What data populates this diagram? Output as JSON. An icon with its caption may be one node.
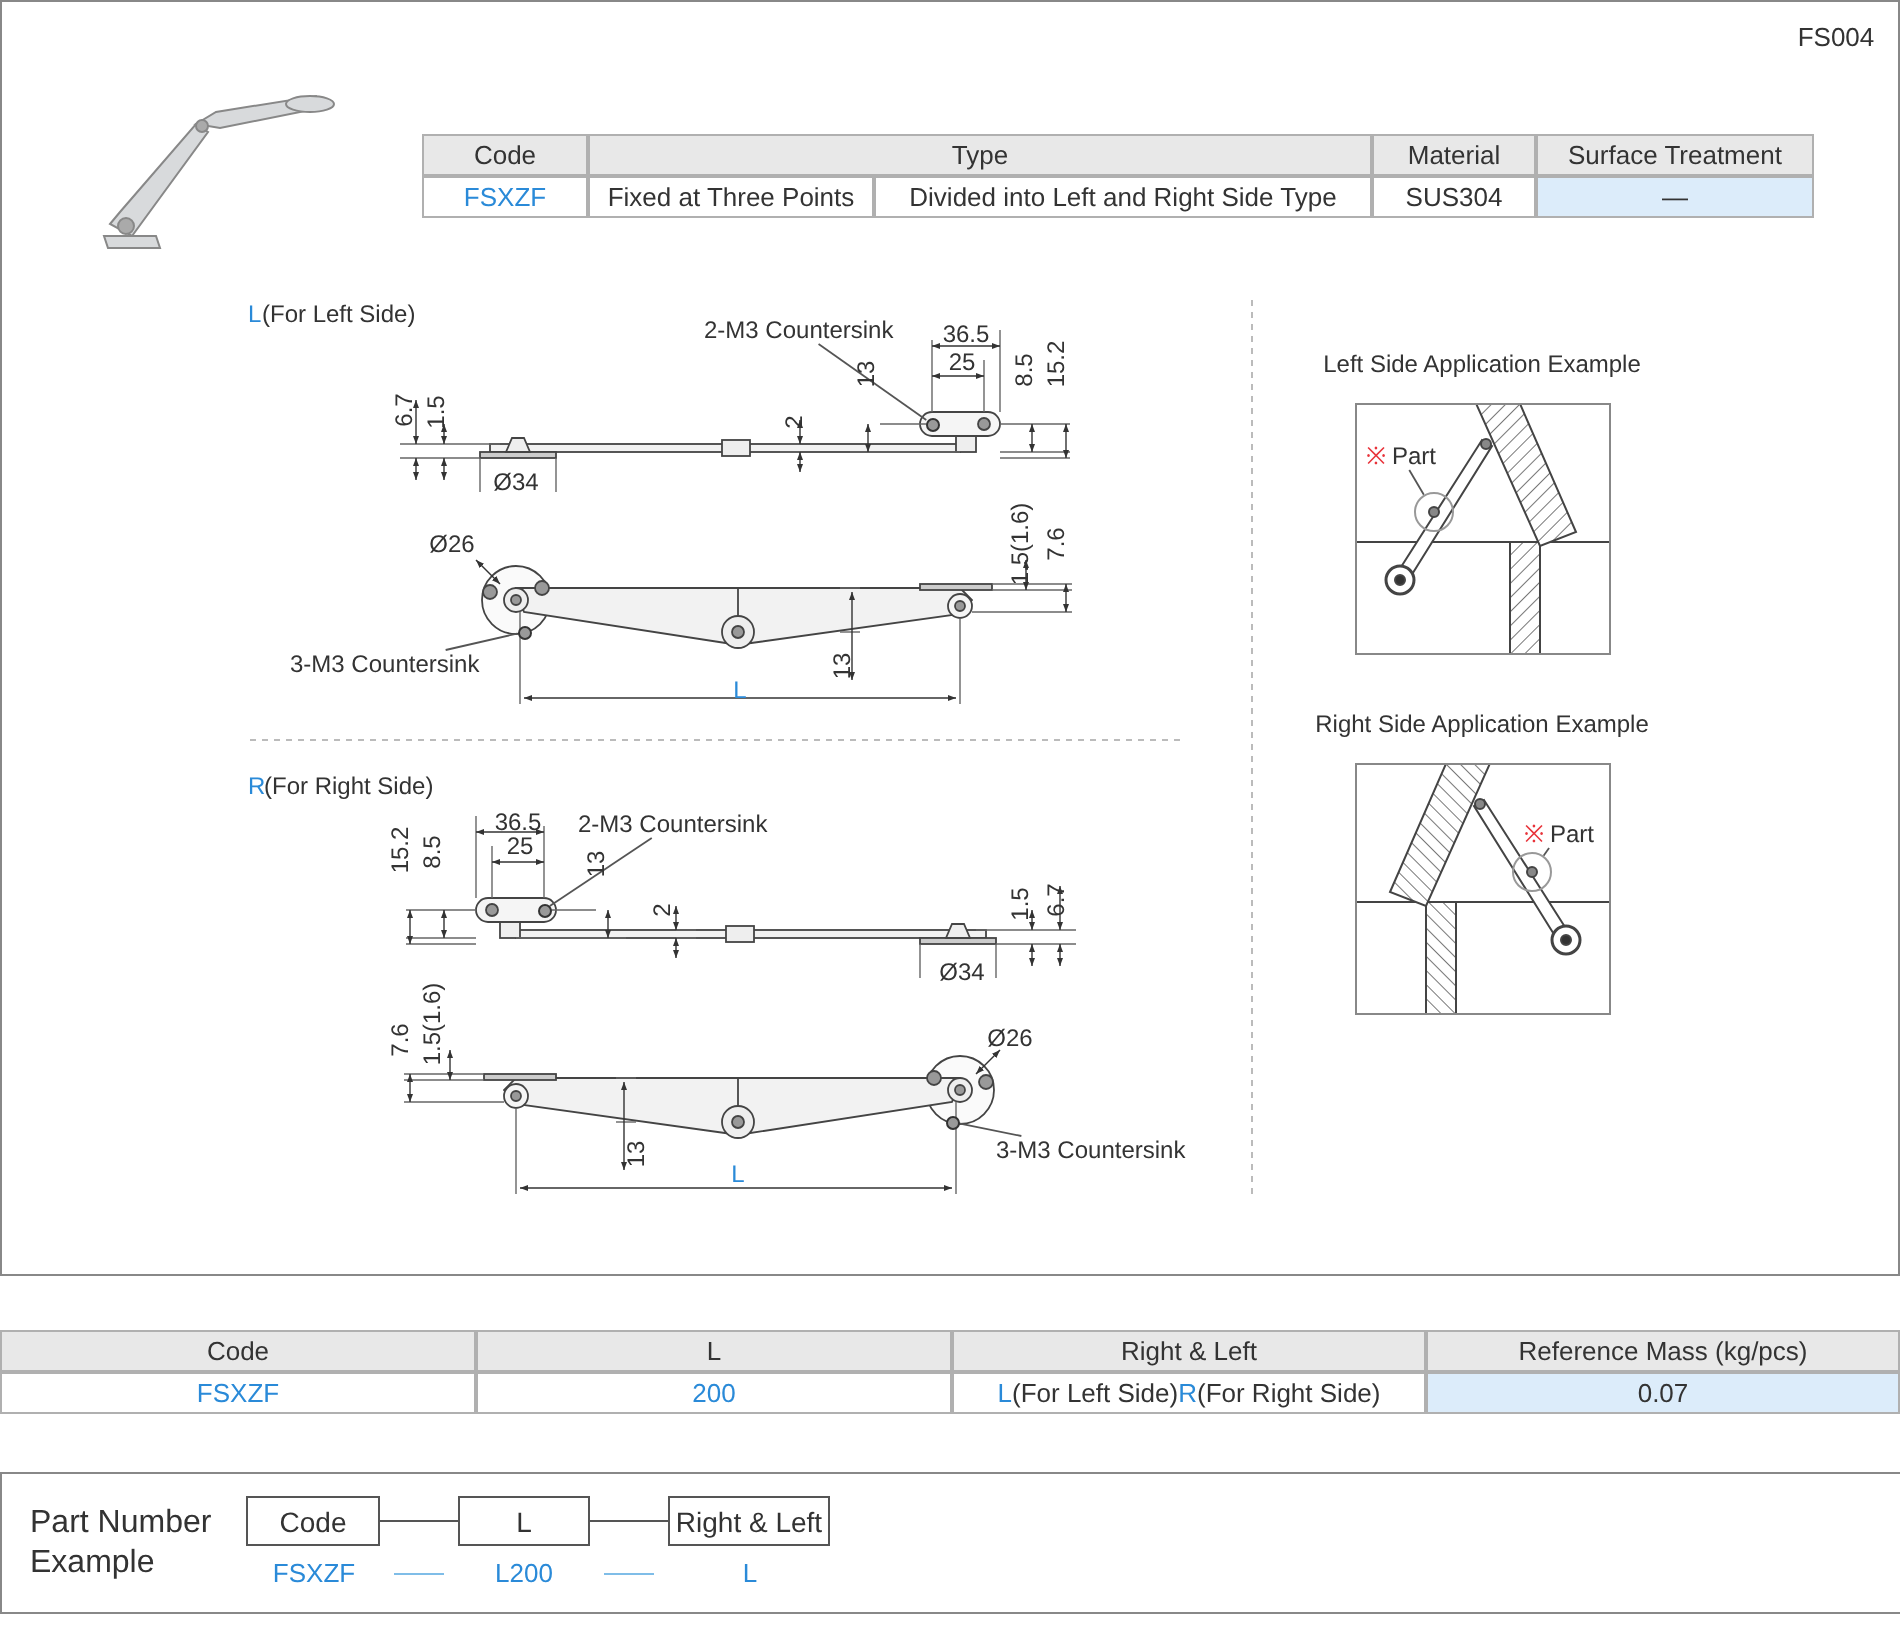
{
  "diagram": {
    "nodes": [
      {
        "text": [
          "2-M3 Countersink"
        ]
      },
      {
        "text": [],
        "shape": "circle"
      },
      {
        "text": [
          "3-M3 Countersink"
        ]
      },
      {
        "text": [],
        "shape": "circle"
      },
      {
        "text": [
          "※",
          "Part"
        ]
      },
      {
        "text": [],
        "shape": "circle"
      },
      {
        "text": [
          "2-M3 Countersink"
        ]
      },
      {
        "text": [],
        "shape": "circle"
      },
      {
        "text": [
          "3-M3 Countersink"
        ]
      },
      {
        "text": [],
        "shape": "circle"
      },
      {
        "text": [
          "※",
          "Part"
        ]
      },
      {
        "text": [],
        "shape": "circle"
      },
      {
        "text": [
          "Code"
        ]
      },
      {
        "text": [
          "L"
        ]
      },
      {
        "text": [
          "Right & Left"
        ]
      }
    ],
    "edges": [
      {
        "from": 0,
        "to": 1,
        "arrow": "none"
      },
      {
        "from": 2,
        "to": 3,
        "arrow": "none"
      },
      {
        "from": 4,
        "to": 5,
        "arrow": "none"
      },
      {
        "from": 6,
        "to": 7,
        "arrow": "none"
      },
      {
        "from": 8,
        "to": 9,
        "arrow": "none"
      },
      {
        "from": 10,
        "to": 11,
        "arrow": "none"
      },
      {
        "from": 12,
        "to": 13,
        "arrow": "none"
      },
      {
        "from": 13,
        "to": 14,
        "arrow": "none"
      }
    ],
    "labels": [
      "FS004",
      "Code",
      "Type",
      "Material",
      "Surface Treatment",
      "FSXZF",
      "Fixed at Three Points",
      "Divided into Left and Right Side Type",
      "SUS304",
      "—",
      "L",
      "(For Left Side)",
      "36.5",
      "25",
      "8.5",
      "15.2",
      "13",
      "6.7",
      "1.5",
      "2",
      "Ø34",
      "Ø26",
      "1.5(1.6)",
      "7.6",
      "13",
      "L",
      "Left Side Application Example",
      "R",
      "(For Right Side)",
      "15.2",
      "8.5",
      "36.5",
      "25",
      "13",
      "2",
      "1.5",
      "6.7",
      "Ø34",
      "7.6",
      "1.5(1.6)",
      "Ø26",
      "13",
      "L",
      "Right Side Application Example",
      "Code",
      "L",
      "Right & Left",
      "Reference Mass (kg/pcs)",
      "FSXZF",
      "200",
      "L",
      "(For Left Side)",
      "R",
      "(For Right Side)",
      "0.07",
      "Part Number Example",
      "FSXZF",
      "L200",
      "L"
    ]
  }
}
